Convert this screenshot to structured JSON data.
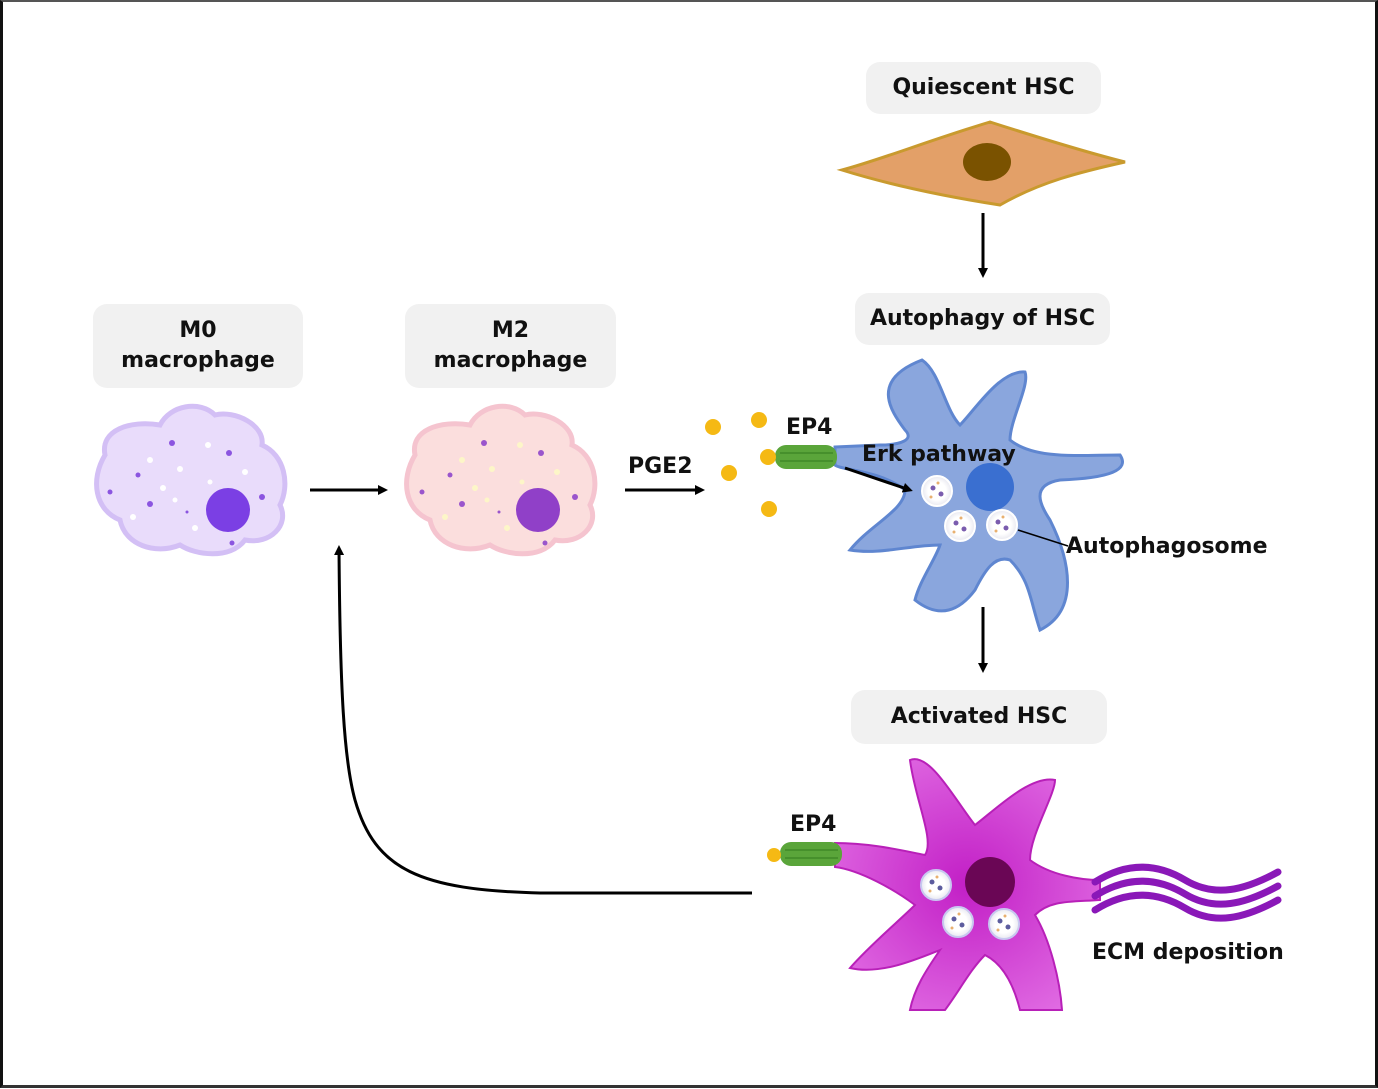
{
  "labels": {
    "m0": [
      "M0",
      "macrophage"
    ],
    "m2": [
      "M2",
      "macrophage"
    ],
    "quiescent": "Quiescent HSC",
    "autophagy": "Autophagy of HSC",
    "activated": "Activated HSC"
  },
  "annotations": {
    "pge2": "PGE2",
    "ep4_top": "EP4",
    "ep4_bottom": "EP4",
    "erk": "Erk pathway",
    "autophagosome": "Autophagosome",
    "ecm": "ECM deposition"
  },
  "colors": {
    "m0_cell": "#e9dcfb",
    "m0_nucleus": "#7b3fe4",
    "m2_cell": "#fbdedd",
    "m2_nucleus": "#9040c8",
    "quiescent_cell": "#e3a068",
    "quiescent_nucleus": "#7a5200",
    "autophagy_cell": "#8aa6dd",
    "autophagy_nucleus": "#3a6fd0",
    "activated_cell": "#d43fd6",
    "activated_nucleus": "#6a0655",
    "receptor": "#5aa53a",
    "pge2_dot": "#f5b914",
    "ecm_fiber": "#8a18b8",
    "label_bg": "#f1f1f1"
  }
}
